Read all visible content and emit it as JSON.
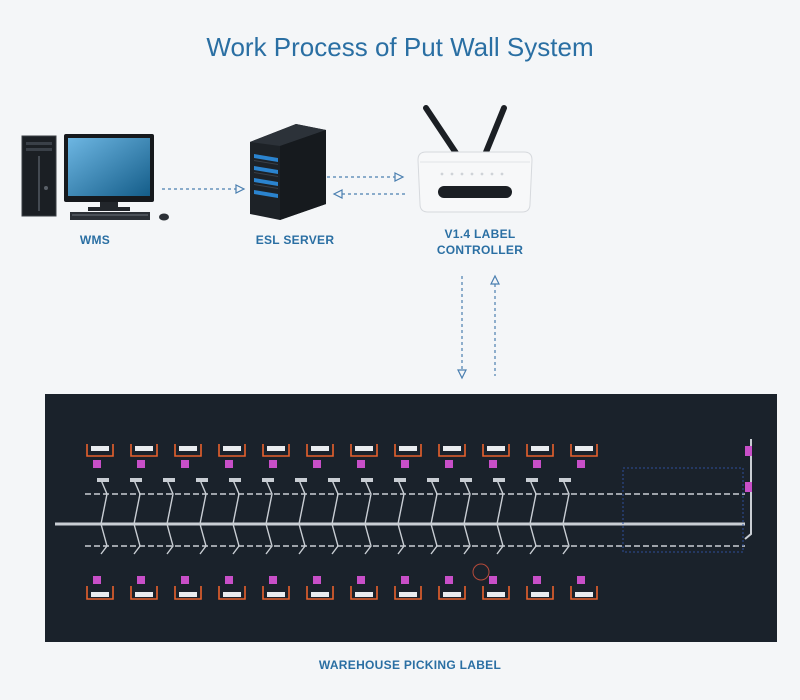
{
  "title": "Work Process of Put Wall System",
  "nodes": {
    "wms": {
      "label": "WMS"
    },
    "esl_server": {
      "label": "ESL SERVER"
    },
    "controller": {
      "label_line1": "V1.4 LABEL",
      "label_line2": "CONTROLLER"
    }
  },
  "warehouse": {
    "label": "WAREHOUSE PICKING LABEL"
  },
  "colors": {
    "title": "#2a6fa3",
    "arrow": "#4a7fb0",
    "layout_bg": "#1a222b",
    "conveyor": "#c9ced4",
    "rack_orange": "#e8612c",
    "label_magenta": "#c84fc8"
  }
}
